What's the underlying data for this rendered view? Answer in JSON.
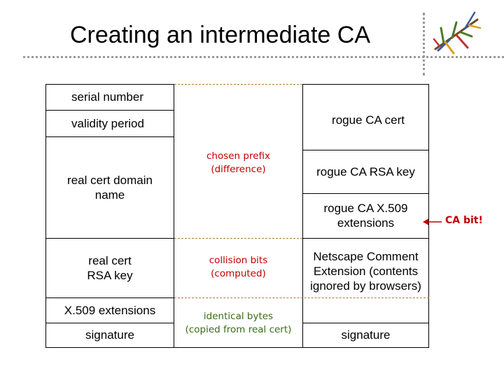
{
  "title": "Creating an intermediate CA",
  "left_column": {
    "serial_number": "serial number",
    "validity_period": "validity period",
    "domain_name": "real cert domain name",
    "rsa_key_line1": "real cert",
    "rsa_key_line2": "RSA key",
    "x509_extensions": "X.509 extensions",
    "signature": "signature"
  },
  "middle_column": {
    "chosen_prefix_line1": "chosen prefix",
    "chosen_prefix_line2": "(difference)",
    "collision_bits_line1": "collision bits",
    "collision_bits_line2": "(computed)",
    "identical_bytes_line1": "identical bytes",
    "identical_bytes_line2": "(copied from real cert)"
  },
  "right_column": {
    "rogue_ca_cert": "rogue CA cert",
    "rogue_rsa_key": "rogue CA RSA key",
    "rogue_x509_line1": "rogue CA X.509",
    "rogue_x509_line2": "extensions",
    "netscape_comment": "Netscape Comment Extension (contents ignored by browsers)",
    "signature": "signature"
  },
  "annotation": {
    "ca_bit": "CA bit!"
  },
  "colors": {
    "red_text": "#c00000",
    "green_text": "#3a6b1a",
    "dashed_lines": "#b07a3a"
  }
}
